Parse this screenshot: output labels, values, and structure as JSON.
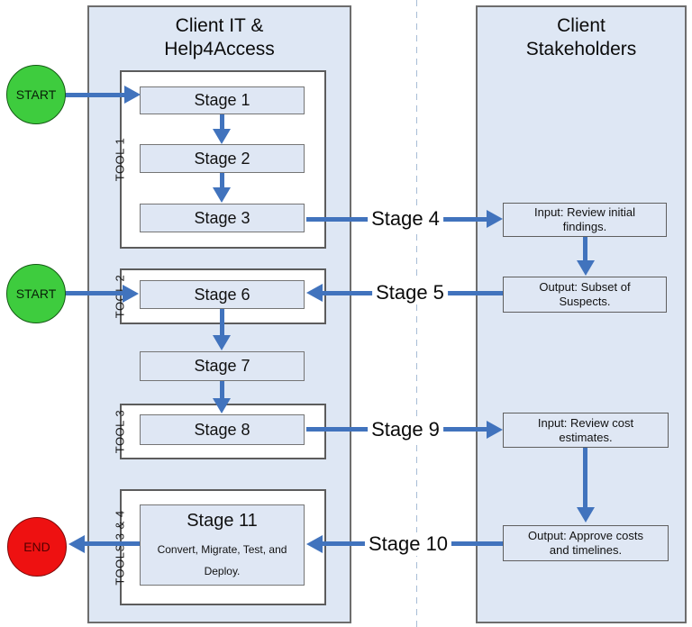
{
  "colors": {
    "lane-fill": "#dee7f4",
    "shape-fill": "#dfe7f4",
    "container-fill": "#ffffff",
    "arrow-blue": "#4173bd",
    "start-green": "#3ecc3e",
    "end-red": "#ee1111",
    "divider": "#a7bcd6"
  },
  "lane_left": {
    "title_lines": [
      "Client IT &",
      "Help4Access"
    ]
  },
  "lane_right": {
    "title_lines": [
      "Client",
      "Stakeholders"
    ]
  },
  "terminators": {
    "start_top": "START",
    "start_mid": "START",
    "end": "END"
  },
  "containers": {
    "tool1_label": "TOOL 1",
    "tool2_label": "TOOL 2",
    "tool3_label": "TOOL 3",
    "tools34_label": "TOOLS 3 & 4"
  },
  "stages": {
    "stage1": "Stage 1",
    "stage2": "Stage 2",
    "stage3": "Stage 3",
    "stage6": "Stage 6",
    "stage7": "Stage 7",
    "stage8": "Stage 8",
    "stage11_title": "Stage 11",
    "stage11_description": "Convert, Migrate, Test, and Deploy."
  },
  "flow_labels": {
    "stage4": "Stage 4",
    "stage5": "Stage 5",
    "stage9": "Stage 9",
    "stage10": "Stage 10"
  },
  "stakeholder_actions": {
    "input_review_findings": "Input: Review initial findings.",
    "output_subset_suspects": "Output: Subset of Suspects.",
    "input_review_costs": "Input: Review cost estimates.",
    "output_approve_costs": "Output: Approve costs and timelines."
  }
}
